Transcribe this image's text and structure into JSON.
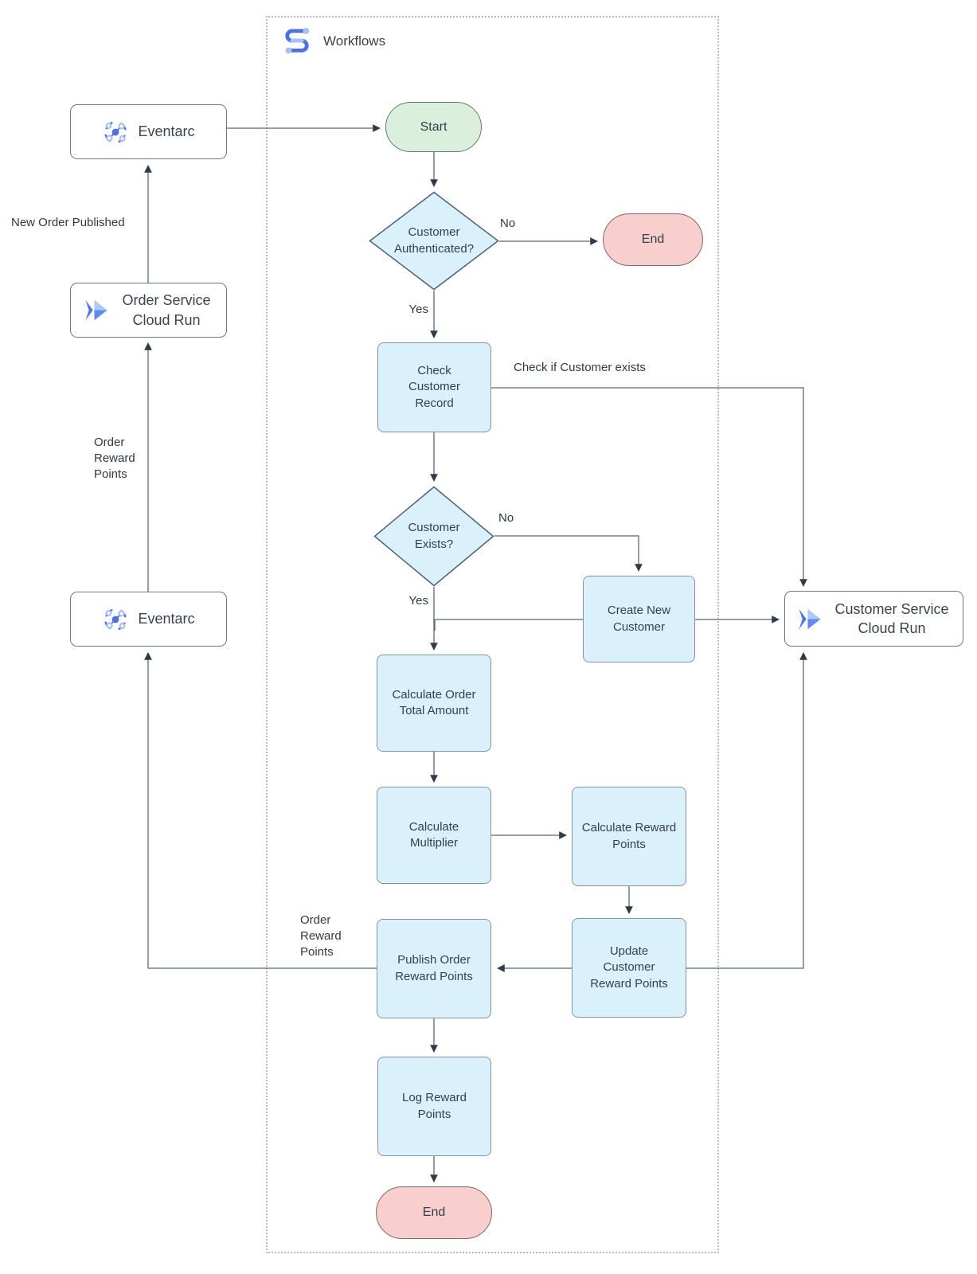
{
  "title": "Workflows",
  "nodes": {
    "eventarc_top": "Eventarc",
    "order_service_cloud_run": "Order Service Cloud Run",
    "eventarc_bottom": "Eventarc",
    "customer_service_cloud_run": "Customer Service Cloud Run",
    "start": "Start",
    "end_top": "End",
    "customer_authenticated": "Customer Authenticated?",
    "check_customer_record": "Check Customer Record",
    "customer_exists": "Customer Exists?",
    "create_new_customer": "Create New Customer",
    "calculate_order_total": "Calculate Order Total Amount",
    "calculate_multiplier": "Calculate Multiplier",
    "calculate_reward_points": "Calculate Reward Points",
    "update_customer_reward_points": "Update Customer Reward Points",
    "publish_order_reward_points": "Publish Order Reward Points",
    "log_reward_points": "Log Reward Points",
    "end_bottom": "End"
  },
  "edge_labels": {
    "no_authenticated": "No",
    "yes_authenticated": "Yes",
    "check_if_customer_exists": "Check if Customer exists",
    "no_exists": "No",
    "yes_exists": "Yes",
    "new_order_published": "New Order Published",
    "order_reward_points_left": "Order Reward Points",
    "order_reward_points_bottom": "Order Reward Points"
  },
  "icons": {
    "workflows": "workflows-icon",
    "eventarc": "eventarc-icon",
    "cloud_run": "cloud-run-icon"
  },
  "colors": {
    "process_fill": "#daf1fb",
    "process_stroke": "#8593a0",
    "decision_stroke": "#4e6272",
    "start_fill": "#dbf0dc",
    "end_fill": "#f9cfce",
    "service_border": "#6f7880",
    "edge_stroke": "#5a6673",
    "arrowhead": "#2f3b46",
    "container_border": "#b7bbc0",
    "icon_blue": "#4c70e0",
    "icon_light_blue": "#a9c0f5"
  }
}
